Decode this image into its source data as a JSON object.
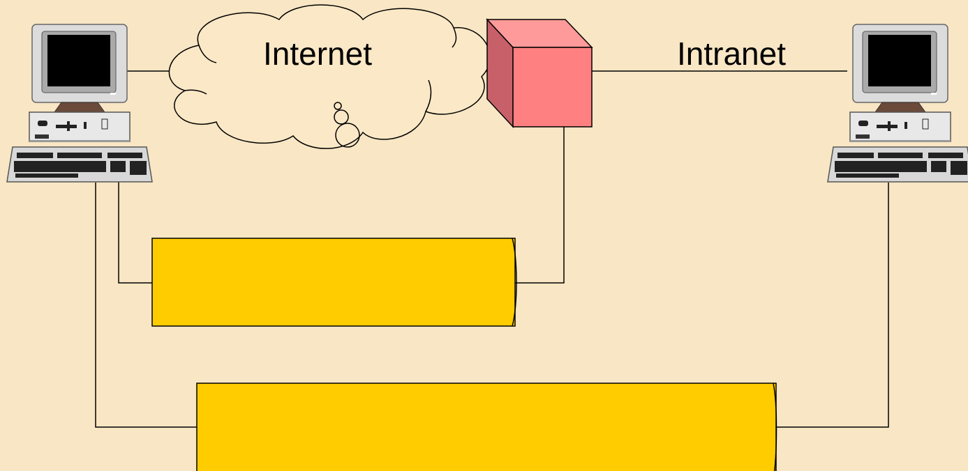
{
  "diagram": {
    "cloud_label": "Internet",
    "intranet_label": "Intranet",
    "nodes": [
      {
        "id": "computer-left",
        "type": "computer"
      },
      {
        "id": "computer-right",
        "type": "computer"
      },
      {
        "id": "internet-cloud",
        "type": "cloud"
      },
      {
        "id": "firewall-box",
        "type": "cube"
      },
      {
        "id": "tunnel-upper",
        "type": "cylinder"
      },
      {
        "id": "tunnel-lower",
        "type": "cylinder"
      }
    ],
    "colors": {
      "background": "#f8e6c4",
      "firewall": "#ff8080",
      "tunnel": "#ffcc00",
      "cloud": "#fbe8c6"
    }
  }
}
